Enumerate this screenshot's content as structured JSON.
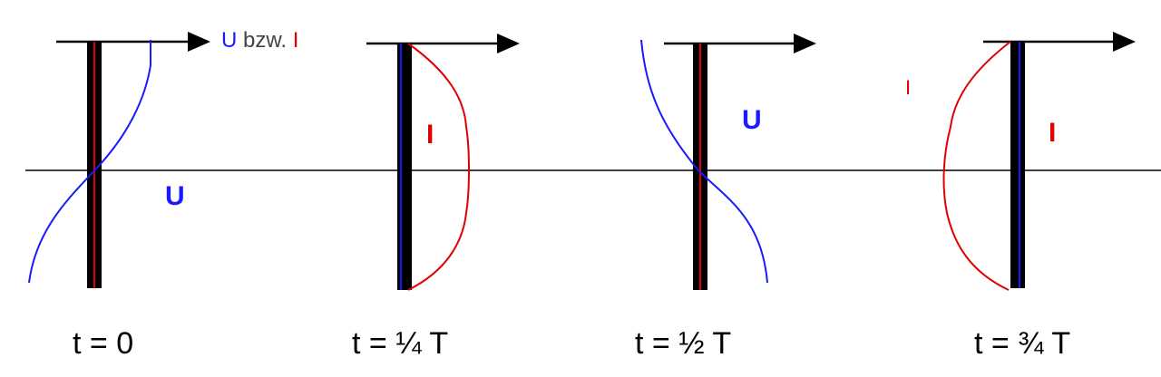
{
  "legend": {
    "u": "U",
    "sep": " bzw. ",
    "i": "I"
  },
  "wave_labels": {
    "u": "U",
    "i": "I"
  },
  "time_labels": [
    "t = 0",
    "t = ¼ T",
    "t = ½ T",
    "t = ¾ T"
  ],
  "colors": {
    "voltage": "#1a1aff",
    "current": "#e00000",
    "axis": "#000000"
  }
}
